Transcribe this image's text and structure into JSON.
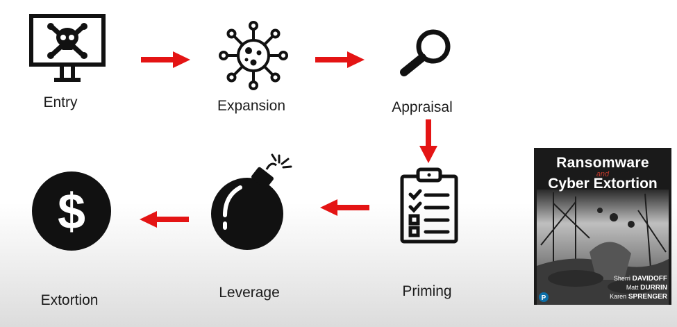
{
  "stages": [
    {
      "id": "entry",
      "label": "Entry",
      "icon": "skull-monitor-icon"
    },
    {
      "id": "expansion",
      "label": "Expansion",
      "icon": "virus-icon"
    },
    {
      "id": "appraisal",
      "label": "Appraisal",
      "icon": "magnifier-icon"
    },
    {
      "id": "priming",
      "label": "Priming",
      "icon": "clipboard-checklist-icon"
    },
    {
      "id": "leverage",
      "label": "Leverage",
      "icon": "bomb-icon"
    },
    {
      "id": "extortion",
      "label": "Extortion",
      "icon": "dollar-coin-icon"
    }
  ],
  "colors": {
    "arrow": "#e41414",
    "icon": "#111111",
    "label": "#1c1c1c"
  },
  "book": {
    "title_line1": "Ransomware",
    "title_and": "and",
    "title_line2": "Cyber Extortion",
    "author1_first": "Sherri",
    "author1_last": "DAVIDOFF",
    "author2_first": "Matt",
    "author2_last": "DURRIN",
    "author3_first": "Karen",
    "author3_last": "SPRENGER",
    "publisher_logo": "pearson-logo"
  }
}
